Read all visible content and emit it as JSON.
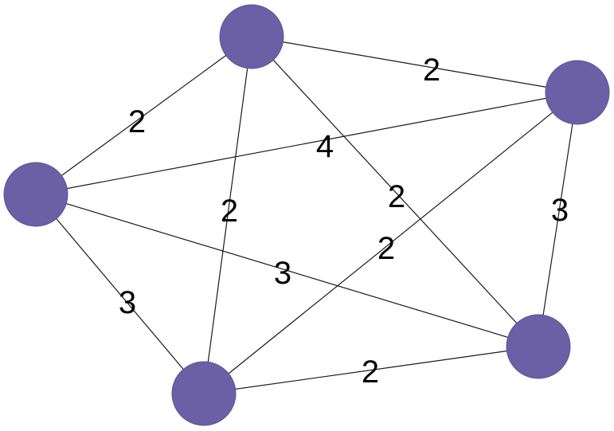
{
  "graph": {
    "node_color": "#6b5fa6",
    "edge_color": "#1a1a1a",
    "nodes": [
      {
        "id": "n1"
      },
      {
        "id": "n2"
      },
      {
        "id": "n3"
      },
      {
        "id": "n4"
      },
      {
        "id": "n5"
      }
    ],
    "edges": [
      {
        "from": "n1",
        "to": "n2",
        "weight": "2"
      },
      {
        "from": "n3",
        "to": "n1",
        "weight": "2"
      },
      {
        "from": "n3",
        "to": "n2",
        "weight": "4"
      },
      {
        "from": "n1",
        "to": "n4",
        "weight": "2"
      },
      {
        "from": "n1",
        "to": "n5",
        "weight": "2"
      },
      {
        "from": "n2",
        "to": "n4",
        "weight": "2"
      },
      {
        "from": "n2",
        "to": "n5",
        "weight": "3"
      },
      {
        "from": "n3",
        "to": "n5",
        "weight": "3"
      },
      {
        "from": "n3",
        "to": "n4",
        "weight": "3"
      },
      {
        "from": "n4",
        "to": "n5",
        "weight": "2"
      }
    ]
  }
}
